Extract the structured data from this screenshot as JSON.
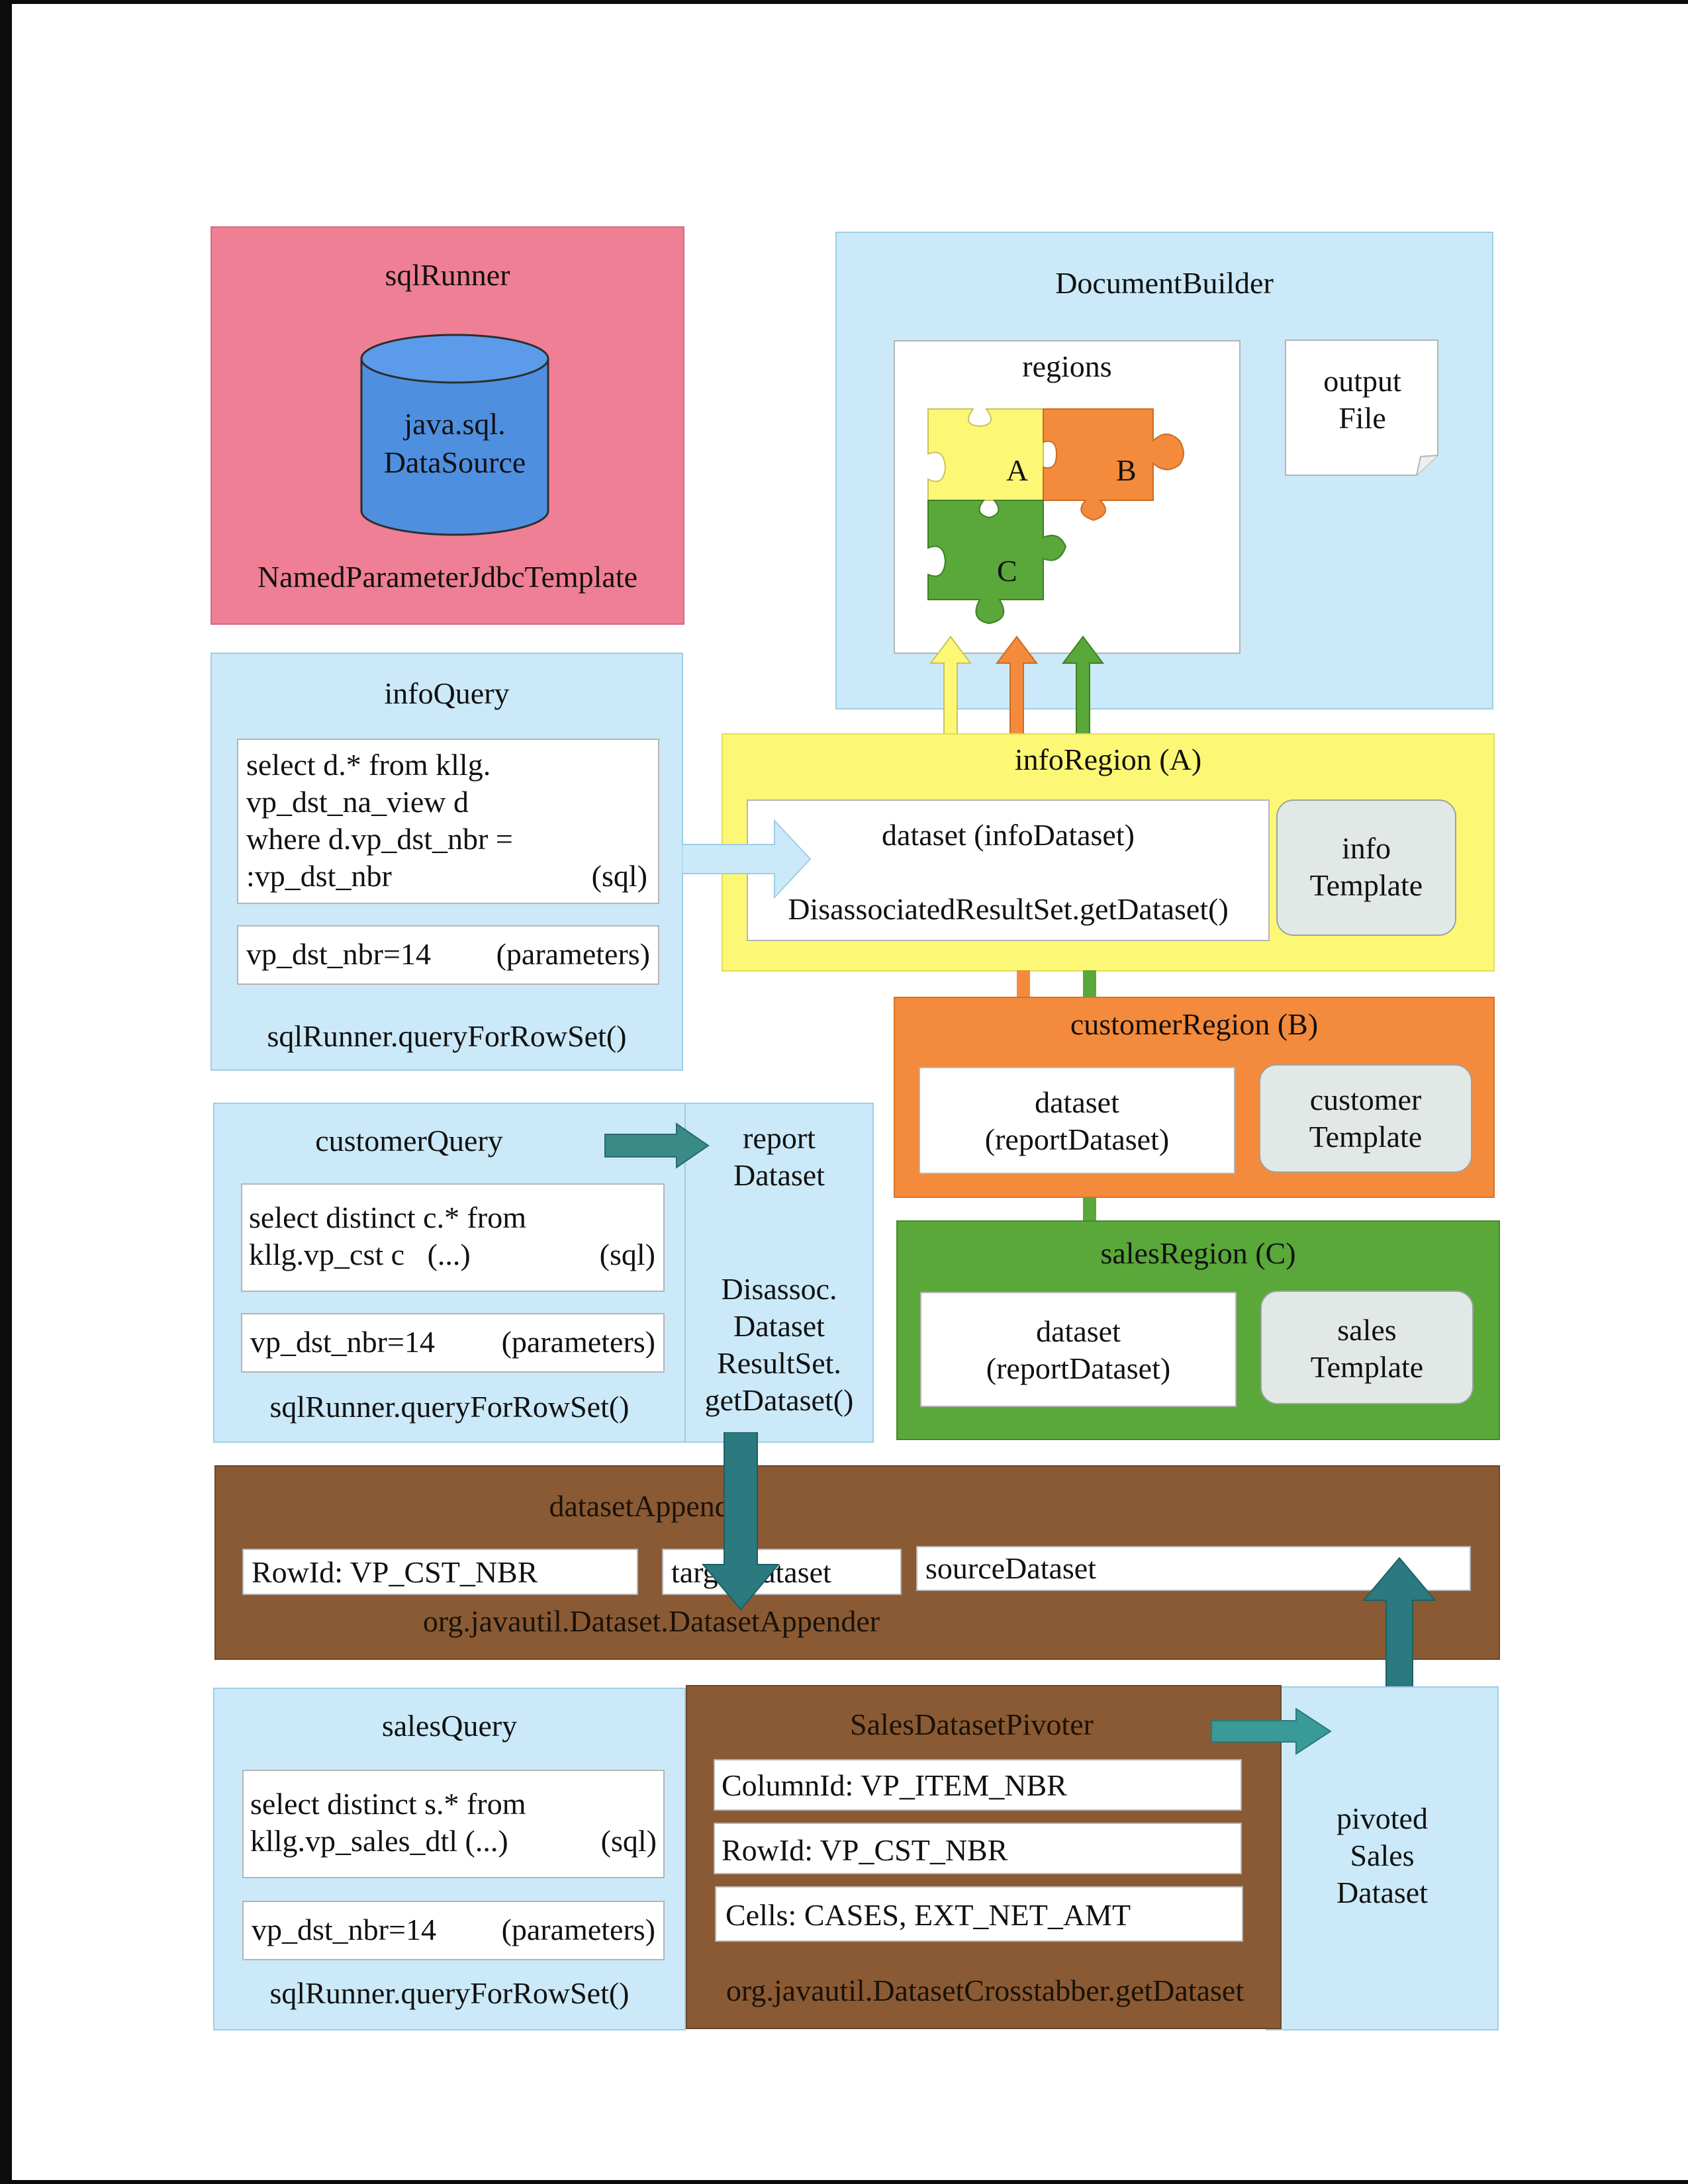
{
  "sqlRunner": {
    "title": "sqlRunner",
    "db_label": "java.sql.\nDataSource",
    "footer": "NamedParameterJdbcTemplate"
  },
  "documentBuilder": {
    "title": "DocumentBuilder",
    "regions_label": "regions",
    "pieces": [
      "A",
      "B",
      "C"
    ],
    "output_file": "output\nFile"
  },
  "infoQuery": {
    "title": "infoQuery",
    "sql": "select d.* from kllg.\nvp_dst_na_view d\nwhere d.vp_dst_nbr =\n:vp_dst_nbr",
    "sql_tag": "(sql)",
    "params": "vp_dst_nbr=14",
    "params_tag": "(parameters)",
    "footer": "sqlRunner.queryForRowSet()"
  },
  "infoRegion": {
    "title": "infoRegion (A)",
    "dataset": "dataset (infoDataset)",
    "dataset_source": "DisassociatedResultSet.getDataset()",
    "template": "info\nTemplate"
  },
  "customerRegion": {
    "title": "customerRegion (B)",
    "dataset": "dataset\n(reportDataset)",
    "template": "customer\nTemplate"
  },
  "salesRegion": {
    "title": "salesRegion (C)",
    "dataset": "dataset\n(reportDataset)",
    "template": "sales\nTemplate"
  },
  "customerQuery": {
    "title": "customerQuery",
    "sql": "select distinct c.* from\nkllg.vp_cst c   (...)",
    "sql_tag": "(sql)",
    "params": "vp_dst_nbr=14",
    "params_tag": "(parameters)",
    "footer": "sqlRunner.queryForRowSet()",
    "report_dataset": "report\nDataset",
    "disassoc": "Disassoc.\nDataset\nResultSet.\ngetDataset()"
  },
  "datasetAppender": {
    "title": "datasetAppender",
    "row_id": "RowId: VP_CST_NBR",
    "target": "targetDataset",
    "source": "sourceDataset",
    "footer": "org.javautil.Dataset.DatasetAppender"
  },
  "salesQuery": {
    "title": "salesQuery",
    "sql": "select distinct s.* from\nkllg.vp_sales_dtl (...)",
    "sql_tag": "(sql)",
    "params": "vp_dst_nbr=14",
    "params_tag": "(parameters)",
    "footer": "sqlRunner.queryForRowSet()"
  },
  "pivoter": {
    "title": "SalesDatasetPivoter",
    "column_id": "ColumnId: VP_ITEM_NBR",
    "row_id": "RowId: VP_CST_NBR",
    "cells": "Cells: CASES, EXT_NET_AMT",
    "footer": "org.javautil.DatasetCrosstabber.getDataset",
    "pivoted": "pivoted\nSales\nDataset"
  },
  "colors": {
    "sqlRunner": "#ef7f95",
    "blue_panel": "#cbe9f8",
    "info_yellow": "#fdf776",
    "customer_orange": "#f48a3b",
    "sales_green": "#59a839",
    "appender_brown": "#8a5a34",
    "db_blue": "#4f8fe0",
    "teal_arrow": "#2f7a80"
  }
}
